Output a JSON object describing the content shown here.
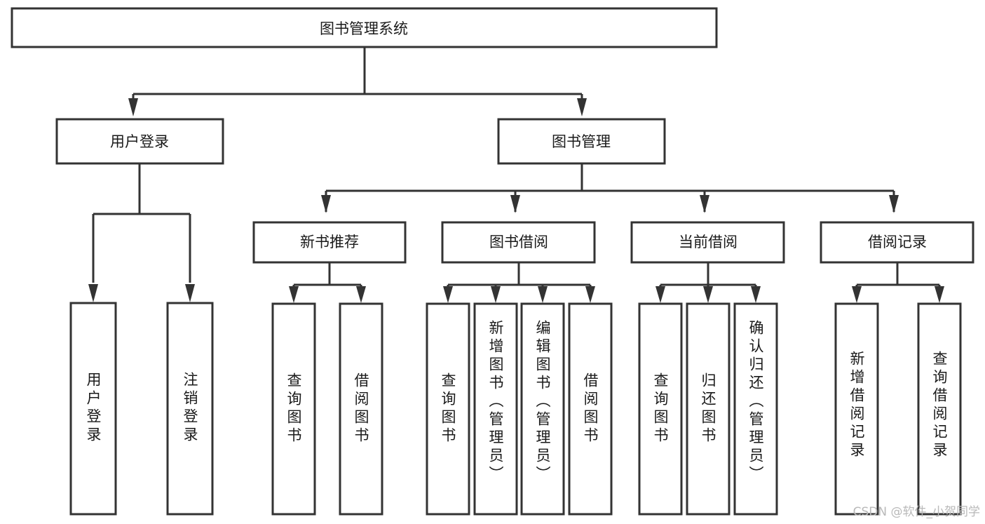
{
  "diagram": {
    "type": "tree-hierarchy-chart",
    "orientation": "top-down",
    "root": {
      "id": "root",
      "label": "图书管理系统",
      "level": 0,
      "text_direction": "horizontal"
    },
    "level2": [
      {
        "id": "user-login",
        "label": "用户登录",
        "text_direction": "horizontal"
      },
      {
        "id": "book-manage",
        "label": "图书管理",
        "text_direction": "horizontal"
      }
    ],
    "level3": [
      {
        "id": "new-book-recommend",
        "label": "新书推荐",
        "parent": "book-manage",
        "text_direction": "horizontal"
      },
      {
        "id": "book-borrow",
        "label": "图书借阅",
        "parent": "book-manage",
        "text_direction": "horizontal"
      },
      {
        "id": "current-borrow",
        "label": "当前借阅",
        "parent": "book-manage",
        "text_direction": "horizontal"
      },
      {
        "id": "borrow-record",
        "label": "借阅记录",
        "parent": "book-manage",
        "text_direction": "horizontal"
      }
    ],
    "leaves": [
      {
        "id": "leaf-user-login",
        "label": "用户登录",
        "parent": "user-login",
        "text_direction": "vertical"
      },
      {
        "id": "leaf-user-logout",
        "label": "注销登录",
        "parent": "user-login",
        "text_direction": "vertical"
      },
      {
        "id": "leaf-query-book-1",
        "label": "查询图书",
        "parent": "new-book-recommend",
        "text_direction": "vertical"
      },
      {
        "id": "leaf-borrow-book-1",
        "label": "借阅图书",
        "parent": "new-book-recommend",
        "text_direction": "vertical"
      },
      {
        "id": "leaf-query-book-2",
        "label": "查询图书",
        "parent": "book-borrow",
        "text_direction": "vertical"
      },
      {
        "id": "leaf-add-book",
        "label": "新增图书（管理员）",
        "parent": "book-borrow",
        "text_direction": "vertical"
      },
      {
        "id": "leaf-edit-book",
        "label": "编辑图书（管理员）",
        "parent": "book-borrow",
        "text_direction": "vertical"
      },
      {
        "id": "leaf-borrow-book-2",
        "label": "借阅图书",
        "parent": "book-borrow",
        "text_direction": "vertical"
      },
      {
        "id": "leaf-query-book-3",
        "label": "查询图书",
        "parent": "current-borrow",
        "text_direction": "vertical"
      },
      {
        "id": "leaf-return-book",
        "label": "归还图书",
        "parent": "current-borrow",
        "text_direction": "vertical"
      },
      {
        "id": "leaf-confirm-return",
        "label": "确认归还（管理员）",
        "parent": "current-borrow",
        "text_direction": "vertical"
      },
      {
        "id": "leaf-add-record",
        "label": "新增借阅记录",
        "parent": "borrow-record",
        "text_direction": "vertical"
      },
      {
        "id": "leaf-query-record",
        "label": "查询借阅记录",
        "parent": "borrow-record",
        "text_direction": "vertical"
      }
    ],
    "colors": {
      "stroke": "#333333",
      "fill": "#ffffff",
      "text": "#1a1a1a",
      "watermark": "#b9b9b9",
      "background": "#ffffff"
    }
  },
  "watermark": {
    "label": "CSDN @软件_小贺同学"
  }
}
